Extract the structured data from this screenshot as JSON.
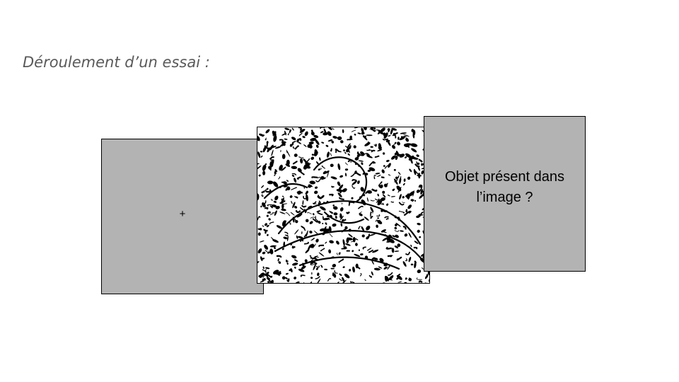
{
  "slide": {
    "title": "Déroulement d’un essai :"
  },
  "panels": {
    "fixation": {
      "symbol": "+",
      "fill_color": "#b3b3b3"
    },
    "stimulus": {
      "description_kind": "noise-degraded-image",
      "colors": [
        "#000000",
        "#ffffff"
      ]
    },
    "question": {
      "line1": "Objet présent dans",
      "line2": "l’image ?",
      "fill_color": "#b3b3b3"
    }
  }
}
